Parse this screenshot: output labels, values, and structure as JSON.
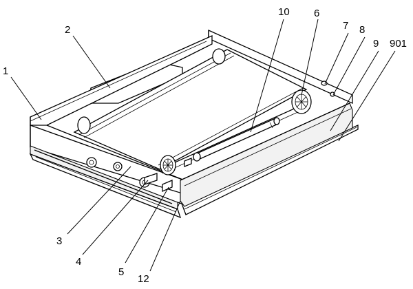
{
  "labels": {
    "l1": "1",
    "l2": "2",
    "l3": "3",
    "l4": "4",
    "l5": "5",
    "l6": "6",
    "l7": "7",
    "l8": "8",
    "l9": "9",
    "l10": "10",
    "l12": "12",
    "l901": "901"
  }
}
